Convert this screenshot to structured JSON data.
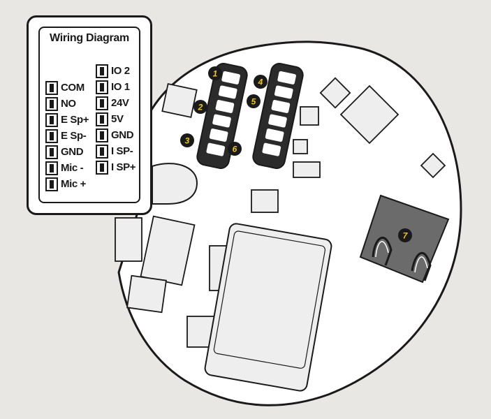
{
  "legend": {
    "title": "Wiring Diagram",
    "left_pins": [
      "COM",
      "NO",
      "E Sp+",
      "E Sp-",
      "GND",
      "Mic -",
      "Mic +"
    ],
    "right_pins": [
      "IO 2",
      "IO 1",
      "24V",
      "5V",
      "GND",
      "I SP-",
      "I SP+"
    ]
  },
  "markers": [
    "1",
    "2",
    "3",
    "4",
    "5",
    "6",
    "7"
  ],
  "colors": {
    "background": "#e9e7e3",
    "board": "#ffffff",
    "outline": "#1a1a1a",
    "connector": "#2b2b2b",
    "marker": "#f0c419",
    "component": "#eeeeee",
    "jack": "#6b6b6b"
  }
}
